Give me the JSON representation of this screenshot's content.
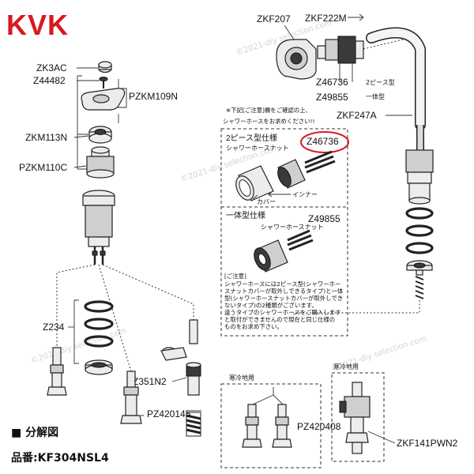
{
  "brand": {
    "logo_text": "KVK",
    "logo_color": "#d71920"
  },
  "watermark": "©2021-diy selection.com",
  "labels": {
    "zk3ac": "ZK3AC",
    "z44482": "Z44482",
    "pzkm109n": "PZKM109N",
    "zkm113n": "ZKM113N",
    "pzkm110c": "PZKM110C",
    "z234": "Z234",
    "z351n2": "Z351N2",
    "pz420145": "PZ420145",
    "zkf207": "ZKF207",
    "zkf222m": "ZKF222M",
    "z46736": "Z46736",
    "z49855": "Z49855",
    "two_piece_type": "2ピース型",
    "one_piece_type": "一体型",
    "zkf247a": "ZKF247A",
    "zkf141pwn2": "ZKF141PWN2",
    "pz420408": "PZ420408"
  },
  "notice_top": [
    "※下記[ご注意]欄をご確認の上、",
    "シャワーホースをお求めください!!"
  ],
  "panel_two_piece": {
    "title": "2ピース型仕様",
    "sub": "シャワーホースナット",
    "code": "Z46736",
    "cover_label": "カバー",
    "inner_label": "インナー"
  },
  "panel_one_piece": {
    "title": "一体型仕様",
    "sub": "シャワーホースナット",
    "code": "Z49855"
  },
  "caution": {
    "title": "[ご注意]",
    "lines": [
      "シャワーホースには2ピース型(シャワーホー",
      "スナットカバーが取外しできるタイプ)と一体",
      "型(シャワーホースナットカバーが取外しでき",
      "ないタイプ)の2種類がございます。",
      "違うタイプのシャワーホースをご購入します",
      "と取付ができませんので現在と同じ仕様の",
      "ものをお求め下さい。"
    ]
  },
  "cold_region_1": "寒冷地用",
  "cold_region_2": "寒冷地用",
  "footer": {
    "diagram": "■ 分解図",
    "model": "品番:KF304NSL4"
  }
}
